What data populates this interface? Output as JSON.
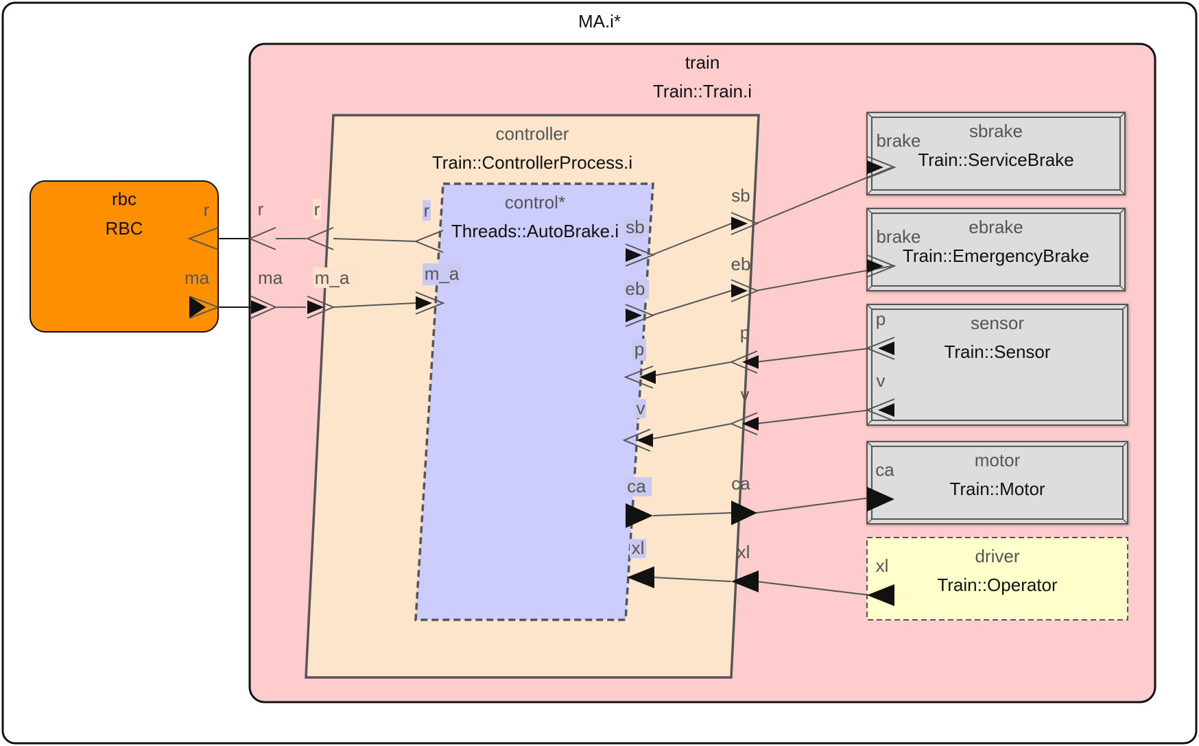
{
  "colors": {
    "outer_border": "#111111",
    "train_fill": "#fecccc",
    "controller_fill": "#fde5cc",
    "control_fill": "#ccccfd",
    "rbc_fill": "#fe9000",
    "device_fill": "#dddddd",
    "driver_fill": "#ffffcc",
    "connection": "#555555"
  },
  "system": {
    "title": "MA.i*"
  },
  "rbc": {
    "name": "rbc",
    "type": "RBC",
    "port_r": "r",
    "port_ma": "ma"
  },
  "train": {
    "name": "train",
    "type": "Train::Train.i",
    "port_r": "r",
    "port_ma": "ma"
  },
  "controller": {
    "name": "controller",
    "type": "Train::ControllerProcess.i",
    "ports": {
      "r": "r",
      "m_a": "m_a",
      "sb": "sb",
      "eb": "eb",
      "p": "p",
      "v": "v",
      "ca": "ca",
      "xl": "xl"
    }
  },
  "control": {
    "name": "control*",
    "type": "Threads::AutoBrake.i",
    "ports": {
      "r": "r",
      "m_a": "m_a",
      "sb": "sb",
      "eb": "eb",
      "p": "p",
      "v": "v",
      "ca": "ca",
      "xl": "xl"
    }
  },
  "sbrake": {
    "name": "sbrake",
    "type": "Train::ServiceBrake",
    "port": "brake"
  },
  "ebrake": {
    "name": "ebrake",
    "type": "Train::EmergencyBrake",
    "port": "brake"
  },
  "sensor": {
    "name": "sensor",
    "type": "Train::Sensor",
    "port_p": "p",
    "port_v": "v"
  },
  "motor": {
    "name": "motor",
    "type": "Train::Motor",
    "port": "ca"
  },
  "driver": {
    "name": "driver",
    "type": "Train::Operator",
    "port": "xl"
  }
}
